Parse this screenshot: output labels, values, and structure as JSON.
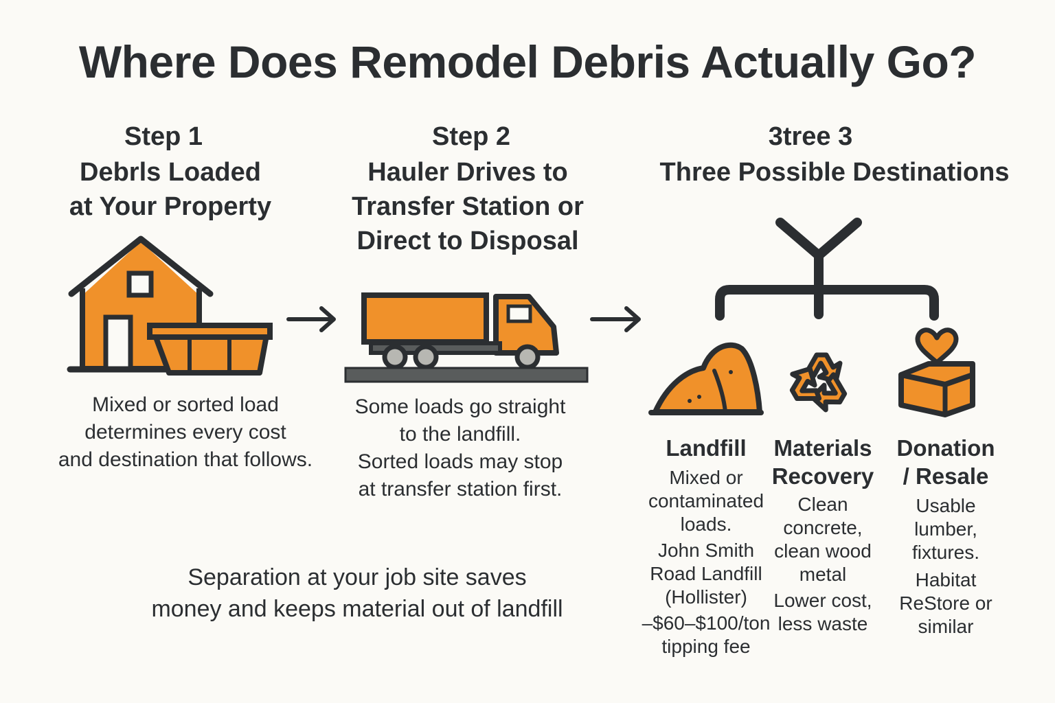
{
  "title": "Where Does Remodel Debris Actually Go?",
  "colors": {
    "accent": "#f0912a",
    "ink": "#2b2e31",
    "road": "#595c5c",
    "background": "#fbfaf6"
  },
  "icons": {
    "step1": [
      "house-icon",
      "dumpster-icon"
    ],
    "step2": [
      "truck-icon"
    ],
    "step3": [
      "branch-fork-icon",
      "landfill-pile-icon",
      "recycle-icon",
      "donation-box-heart-icon"
    ],
    "flow": [
      "arrow-right-icon",
      "arrow-right-icon"
    ]
  },
  "steps": [
    {
      "label": "Step 1",
      "heading_lines": [
        "Debrls Loaded",
        "at Your Property"
      ],
      "description_lines": [
        "Mixed or sorted load",
        "determines every cost",
        "and destination that follows."
      ]
    },
    {
      "label": "Step 2",
      "heading_lines": [
        "Hauler Drives to",
        "Transfer Station or",
        "Direct to Disposal"
      ],
      "description_lines": [
        "Some loads go straight",
        "to the landfill.",
        "Sorted loads may stop",
        "at transfer station first."
      ]
    },
    {
      "label": "3tree 3",
      "heading_lines": [
        "Three Possible Destinations"
      ]
    }
  ],
  "destinations": [
    {
      "title_lines": [
        "Landfill"
      ],
      "groups": [
        [
          "Mixed or",
          "contaminated",
          "loads."
        ],
        [
          "John Smith",
          "Road Landfill",
          "(Hollister)"
        ],
        [
          "–$60–$100/ton",
          "tipping fee"
        ]
      ]
    },
    {
      "title_lines": [
        "Materials",
        "Recovery"
      ],
      "groups": [
        [
          "Clean",
          "concrete,",
          "clean wood",
          "metal"
        ],
        [
          "Lower cost,",
          "less waste"
        ]
      ]
    },
    {
      "title_lines": [
        "Donation",
        "/ Resale"
      ],
      "groups": [
        [
          "Usable lumber,",
          "fixtures."
        ],
        [
          "Habitat",
          "ReStore or",
          "similar"
        ]
      ]
    }
  ],
  "footer_lines": [
    "Separation at your job site saves",
    "money and keeps material out of landfill"
  ]
}
